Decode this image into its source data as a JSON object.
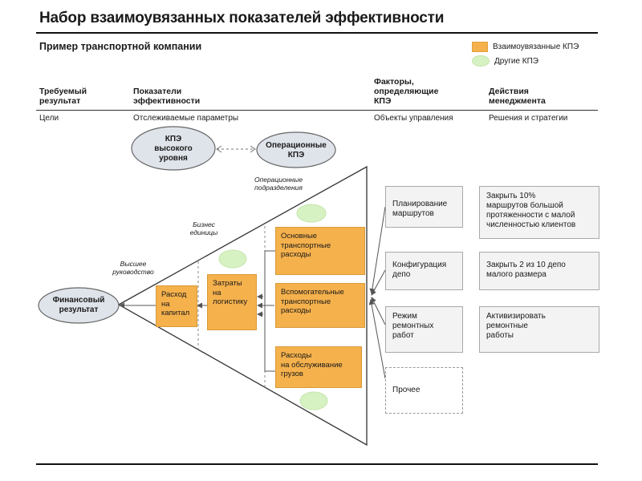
{
  "title": "Набор взаимоувязанных показателей эффективности",
  "subtitle": "Пример транспортной компании",
  "legend": {
    "linked": "Взаимоувязанные КПЭ",
    "other": "Другие КПЭ"
  },
  "columns": [
    {
      "heading": "Требуемый\nрезультат",
      "sub": "Цели"
    },
    {
      "heading": "Показатели\nэффективности",
      "sub": "Отслеживаемые параметры"
    },
    {
      "heading": "Факторы,\nопределяющие\nКПЭ",
      "sub": "Объекты управления"
    },
    {
      "heading": "Действия\nменеджмента",
      "sub": "Решения и стратегии"
    }
  ],
  "ovals": {
    "top_kpi": "КПЭ\nвысокого\nуровня",
    "operational_kpi": "Операционные\nКПЭ",
    "financial_result": "Финансовый\nрезультат"
  },
  "levels": {
    "top_management": "Высшее\nруководство",
    "business_units": "Бизнес\nединицы",
    "operational_units": "Операционные\nподразделения"
  },
  "kpis": {
    "capex": "Расход\nна\nкапитал",
    "logistics": "Затраты\nна\nлогистику",
    "main_transport": "Основные\nтранспортные\nрасходы",
    "aux_transport": "Вспомогательные\nтранспортные\nрасходы",
    "cargo_service": "Расходы\nна обслуживание\nгрузов"
  },
  "factors": [
    "Планирование\nмаршрутов",
    "Конфигурация\nдепо",
    "Режим\nремонтных\nработ",
    "Прочее"
  ],
  "actions": [
    "Закрыть 10%\nмаршрутов большой\nпротяженности с малой\nчисленностью клиентов",
    "Закрыть 2 из 10 депо\nмалого размера",
    "Активизировать\nремонтные\nработы"
  ],
  "colors": {
    "linked_kpi": "#f5b14c",
    "other_kpi": "#d7f2c2",
    "oval_fill": "#dfe3ea",
    "factor_fill": "#f3f3f3"
  }
}
